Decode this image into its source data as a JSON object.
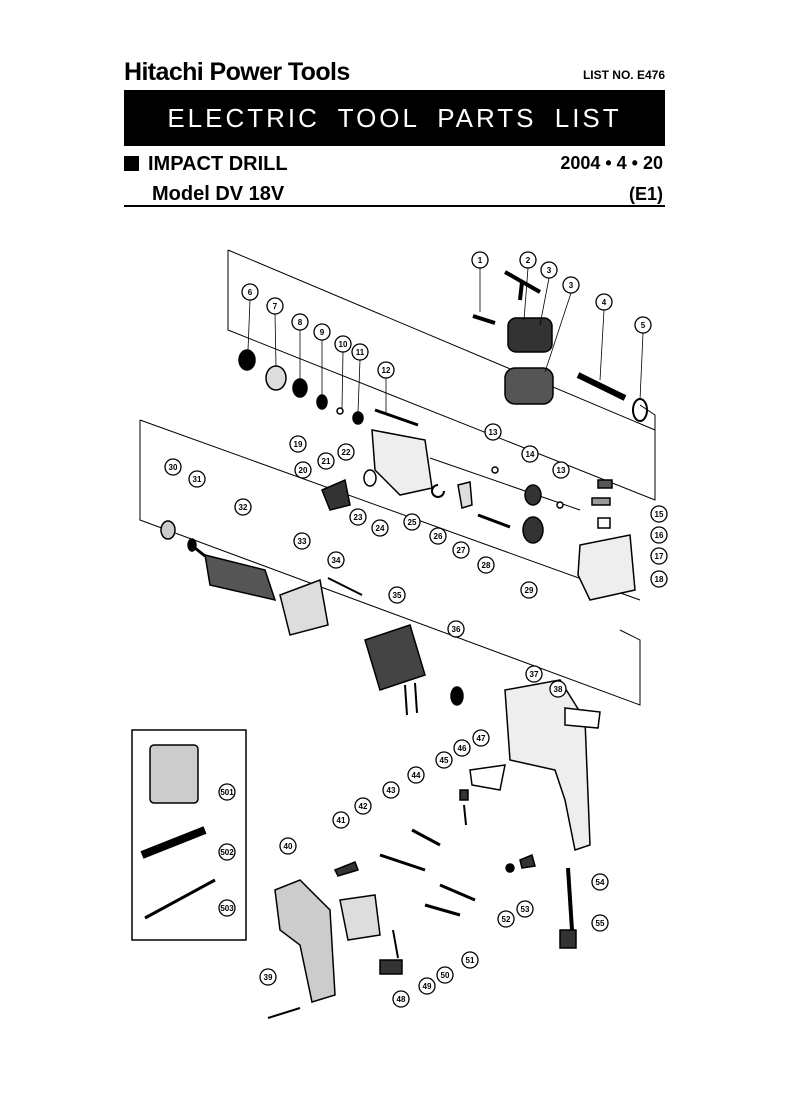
{
  "header": {
    "brand": "Hitachi Power Tools",
    "list_no": "LIST NO. E476",
    "banner": "ELECTRIC TOOL PARTS LIST",
    "product": "IMPACT DRILL",
    "model": "Model DV 18V",
    "date": "2004 • 4 • 20",
    "edition": "(E1)"
  },
  "callouts": [
    {
      "label": "1"
    },
    {
      "label": "2"
    },
    {
      "label": "3"
    },
    {
      "label": "3"
    },
    {
      "label": "4"
    },
    {
      "label": "5"
    },
    {
      "label": "6"
    },
    {
      "label": "7"
    },
    {
      "label": "8"
    },
    {
      "label": "9"
    },
    {
      "label": "10"
    },
    {
      "label": "11"
    },
    {
      "label": "12"
    },
    {
      "label": "13"
    },
    {
      "label": "14"
    },
    {
      "label": "13"
    },
    {
      "label": "15"
    },
    {
      "label": "16"
    },
    {
      "label": "17"
    },
    {
      "label": "18"
    },
    {
      "label": "19"
    },
    {
      "label": "20"
    },
    {
      "label": "21"
    },
    {
      "label": "22"
    },
    {
      "label": "23"
    },
    {
      "label": "24"
    },
    {
      "label": "25"
    },
    {
      "label": "26"
    },
    {
      "label": "27"
    },
    {
      "label": "28"
    },
    {
      "label": "29"
    },
    {
      "label": "30"
    },
    {
      "label": "31"
    },
    {
      "label": "32"
    },
    {
      "label": "33"
    },
    {
      "label": "34"
    },
    {
      "label": "35"
    },
    {
      "label": "36"
    },
    {
      "label": "37"
    },
    {
      "label": "38"
    },
    {
      "label": "39"
    },
    {
      "label": "40"
    },
    {
      "label": "41"
    },
    {
      "label": "42"
    },
    {
      "label": "43"
    },
    {
      "label": "44"
    },
    {
      "label": "45"
    },
    {
      "label": "46"
    },
    {
      "label": "47"
    },
    {
      "label": "48"
    },
    {
      "label": "49"
    },
    {
      "label": "50"
    },
    {
      "label": "51"
    },
    {
      "label": "52"
    },
    {
      "label": "53"
    },
    {
      "label": "54"
    },
    {
      "label": "55"
    },
    {
      "label": "501"
    },
    {
      "label": "502"
    },
    {
      "label": "503"
    }
  ]
}
